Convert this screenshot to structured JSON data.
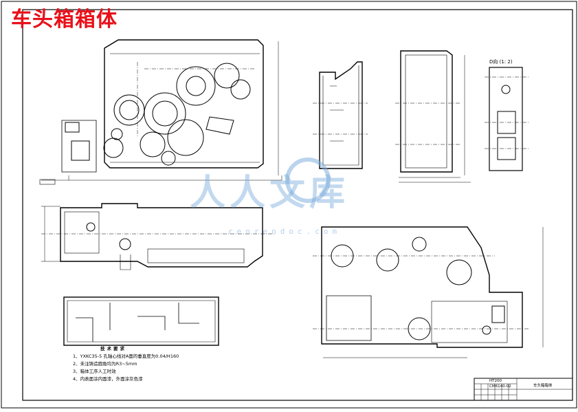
{
  "title": "车头箱箱体",
  "watermark": {
    "text": "人人文库",
    "sub": "renrendoc.com"
  },
  "detail_view_label": "D向 (1: 2)",
  "notes": {
    "heading": "技术要求",
    "items": [
      "1、YXKC35-5 孔轴心线对A面的垂直度为0.04/H160",
      "2、未注铸造圆角均为R3~5mm",
      "3、箱体工序人工时效",
      "4、内表面涂内面漆，外面涂灰色漆"
    ]
  },
  "title_block": {
    "part_name": "车头箱箱体",
    "material": "HT200",
    "code": "CM6140-02"
  },
  "colors": {
    "title": "#e8101a",
    "line": "#000000",
    "watermark": "#78aadc"
  }
}
